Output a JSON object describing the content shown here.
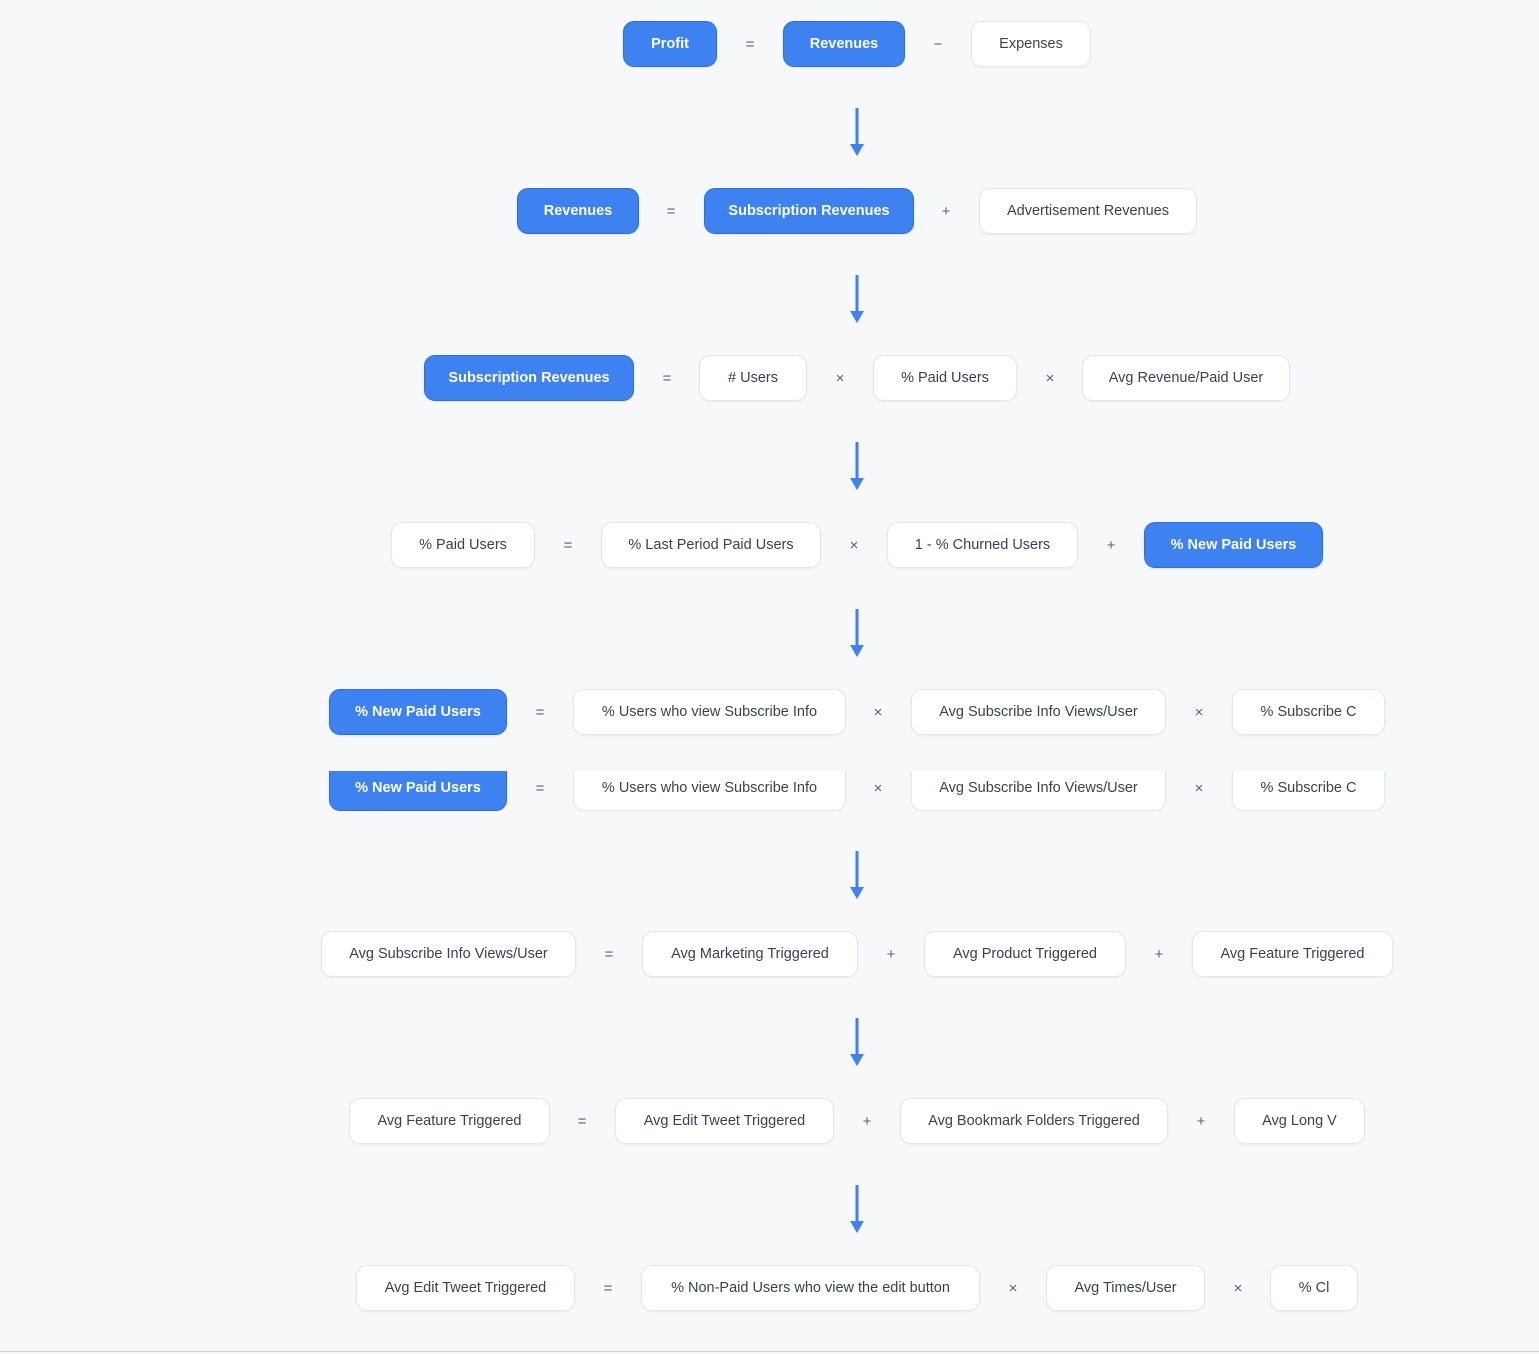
{
  "rows": [
    {
      "terms": [
        "Profit",
        "Revenues",
        "Expenses"
      ],
      "ops": [
        "=",
        "−"
      ]
    },
    {
      "terms": [
        "Revenues",
        "Subscription Revenues",
        "Advertisement Revenues"
      ],
      "ops": [
        "=",
        "+"
      ]
    },
    {
      "terms": [
        "Subscription Revenues",
        "# Users",
        "% Paid Users",
        "Avg Revenue/Paid User"
      ],
      "ops": [
        "=",
        "×",
        "×"
      ]
    },
    {
      "terms": [
        "% Paid Users",
        "% Last Period Paid Users",
        "1 - % Churned Users",
        "% New Paid Users"
      ],
      "ops": [
        "=",
        "×",
        "+"
      ]
    },
    {
      "terms": [
        "% New Paid Users",
        "% Users who view Subscribe Info",
        "Avg Subscribe Info Views/User",
        "% Subscribe C"
      ],
      "ops": [
        "=",
        "×",
        "×"
      ]
    },
    {
      "terms": [
        "% New Paid Users",
        "% Users who view Subscribe Info",
        "Avg Subscribe Info Views/User",
        "% Subscribe C"
      ],
      "ops": [
        "=",
        "×",
        "×"
      ]
    },
    {
      "terms": [
        "Avg Subscribe Info Views/User",
        "Avg Marketing Triggered",
        "Avg Product Triggered",
        "Avg Feature Triggered"
      ],
      "ops": [
        "=",
        "+",
        "+"
      ]
    },
    {
      "terms": [
        "Avg Feature Triggered",
        "Avg Edit Tweet Triggered",
        "Avg Bookmark Folders Triggered",
        "Avg Long V"
      ],
      "ops": [
        "=",
        "+",
        "+"
      ]
    },
    {
      "terms": [
        "Avg Edit Tweet Triggered",
        "% Non-Paid Users who view the edit button",
        "Avg Times/User",
        "% Cl"
      ],
      "ops": [
        "=",
        "×",
        "×"
      ]
    }
  ],
  "highlighted": [
    [
      "Profit",
      "Revenues"
    ],
    [
      "Revenues",
      "Subscription Revenues"
    ],
    [
      "Subscription Revenues"
    ],
    [
      "% New Paid Users"
    ],
    [
      "% New Paid Users"
    ],
    [
      "% New Paid Users"
    ],
    [],
    [],
    []
  ],
  "colors": {
    "accent": "#3d82f0",
    "background": "#f7f8fa",
    "box": "#ffffff",
    "text": "#3b4150",
    "arrow": "#3d82f0"
  },
  "icons": {
    "connector": "down-arrow-icon"
  }
}
